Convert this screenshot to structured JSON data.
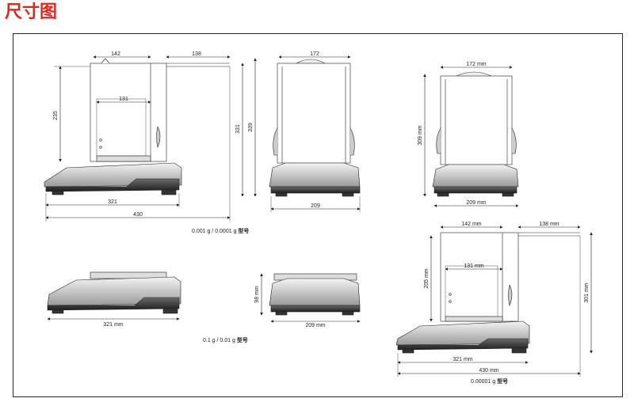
{
  "title": "尺寸图",
  "captions": {
    "a": {
      "text": "0.001 g / 0.0001 g",
      "suffix": "型号"
    },
    "b": {
      "text": "0.1 g / 0.01 g",
      "suffix": "型号"
    },
    "c": {
      "text": "0.00001 g",
      "suffix": "型号"
    }
  },
  "dims": {
    "d1_142": "142",
    "d1_138": "138",
    "d1_131": "131",
    "d1_235": "235",
    "d1_331": "331",
    "d1_339": "339",
    "d1_321": "321",
    "d1_430": "430",
    "d2_172": "172",
    "d2_209": "209",
    "d3_172": "172 mm",
    "d3_309": "309 mm",
    "d3_209": "209 mm",
    "d4_321": "321 mm",
    "d5_98": "98 mm",
    "d5_209": "209 mm",
    "d6_142": "142 mm",
    "d6_138": "138 mm",
    "d6_131": "131 mm",
    "d6_205": "205 mm",
    "d6_301": "301 mm",
    "d6_321": "321 mm",
    "d6_430": "430 mm"
  }
}
